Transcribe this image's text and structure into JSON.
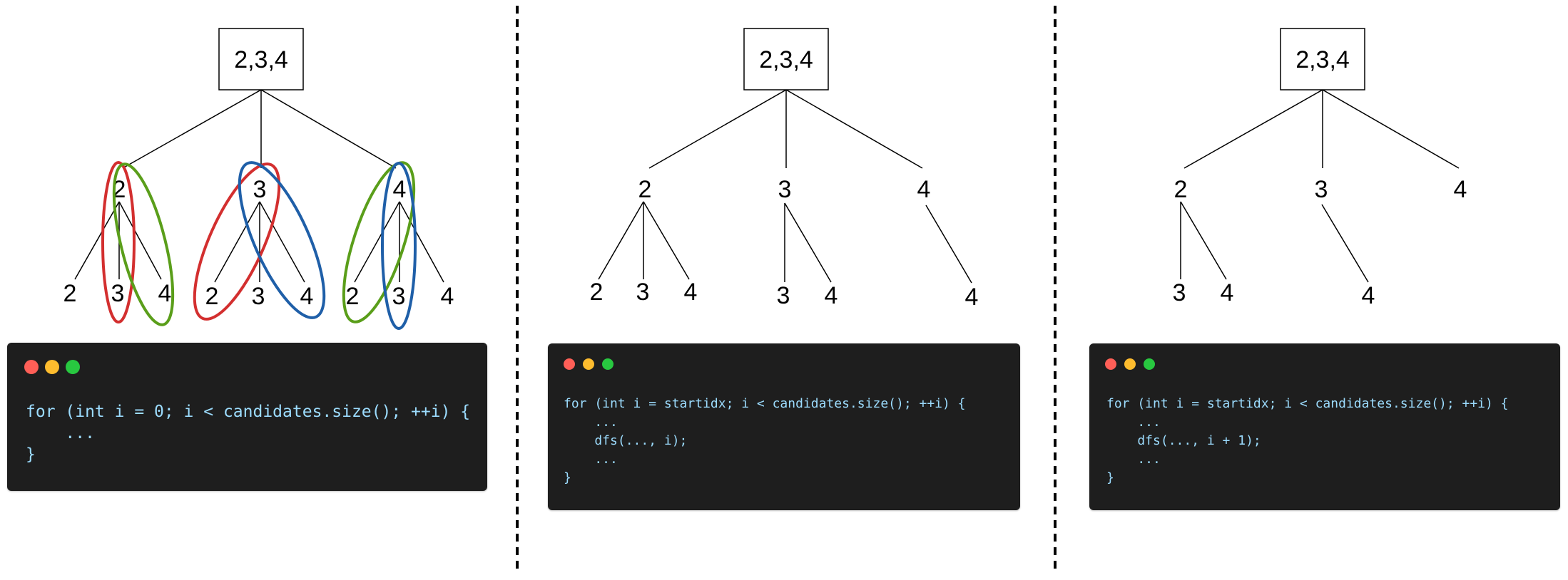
{
  "panels": [
    {
      "root": "2,3,4",
      "children": [
        "2",
        "3",
        "4"
      ],
      "grandchildren": [
        [
          "2",
          "3",
          "4"
        ],
        [
          "2",
          "3",
          "4"
        ],
        [
          "2",
          "3",
          "4"
        ]
      ],
      "code_lines": [
        "for (int i = 0; i < candidates.size(); ++i) {",
        "    ...",
        "}"
      ],
      "highlight_colors": [
        "#d32f2f",
        "#5a9e1a",
        "#1f5fa8"
      ]
    },
    {
      "root": "2,3,4",
      "children": [
        "2",
        "3",
        "4"
      ],
      "grandchildren": [
        [
          "2",
          "3",
          "4"
        ],
        [
          "3",
          "4"
        ],
        [
          "4"
        ]
      ],
      "code_lines": [
        "for (int i = startidx; i < candidates.size(); ++i) {",
        "    ...",
        "    dfs(..., i);",
        "    ...",
        "}"
      ]
    },
    {
      "root": "2,3,4",
      "children": [
        "2",
        "3",
        "4"
      ],
      "grandchildren": [
        [
          "3",
          "4"
        ],
        [
          "4"
        ],
        []
      ],
      "code_lines": [
        "for (int i = startidx; i < candidates.size(); ++i) {",
        "    ...",
        "    dfs(..., i + 1);",
        "    ...",
        "}"
      ]
    }
  ],
  "window_controls": [
    "close",
    "minimize",
    "maximize"
  ],
  "colors": {
    "code_bg": "#1e1e1e",
    "code_text": "#9cdcfe",
    "keyword": "#569cd6",
    "dot_red": "#ff5f57",
    "dot_yellow": "#febc2e",
    "dot_green": "#28c840"
  }
}
